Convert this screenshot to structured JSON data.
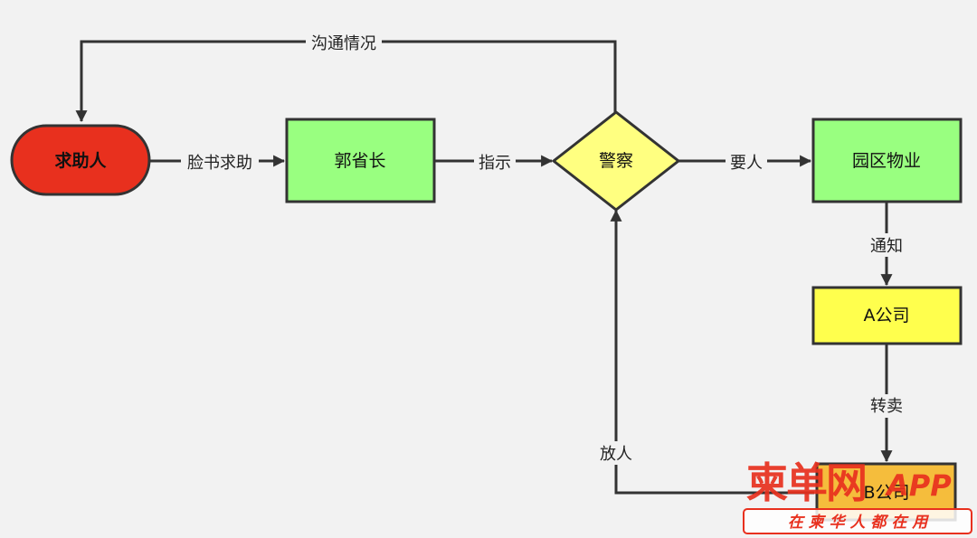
{
  "nodes": {
    "seeker": {
      "label": "求助人",
      "fill": "#e8301e",
      "stroke": "#333333",
      "text_color": "#ffffff"
    },
    "governor": {
      "label": "郭省长",
      "fill": "#99ff80",
      "stroke": "#333333"
    },
    "police": {
      "label": "警察",
      "fill": "#ffff80",
      "stroke": "#333333"
    },
    "property": {
      "label": "园区物业",
      "fill": "#99ff80",
      "stroke": "#333333"
    },
    "company_a": {
      "label": "A公司",
      "fill": "#ffff4d",
      "stroke": "#333333"
    },
    "company_b": {
      "label": "B公司",
      "fill": "#f5bd3c",
      "stroke": "#333333"
    }
  },
  "edges": {
    "seeker_to_governor": "脸书求助",
    "governor_to_police": "指示",
    "police_to_property": "要人",
    "property_to_a": "通知",
    "a_to_b": "转卖",
    "b_to_police": "放人",
    "police_to_seeker": "沟通情况"
  },
  "watermark": {
    "logo_text": "柬单网",
    "app_text": "APP",
    "slogan": "在 柬 华 人 都 在 用",
    "color": "#e8301e"
  }
}
